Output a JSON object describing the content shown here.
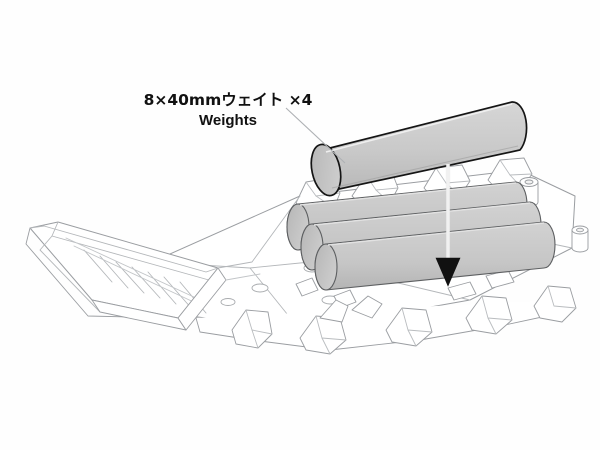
{
  "figure": {
    "title_jp": "8×40mmウェイト ×4",
    "title_en": "Weights",
    "part_spec": "8×40mm",
    "quantity": "×4",
    "background_color": "#fefefe",
    "line_color": "#8a8d91",
    "dark_outline_color": "#1a1a1a",
    "weight_fill_color": "#c9c9c9",
    "weight_fill_shade": "#bdbdbd",
    "weight_end_cap_color": "#bcbcbc",
    "arrow_color": "#111111",
    "arrow_shaft_color": "#ffffff",
    "text_color": "#111111"
  },
  "parts": {
    "loose_weight": {
      "name": "8x40mm weight cylinder",
      "count": 1
    },
    "installed_weights": {
      "name": "8x40mm weight cylinders installed on chassis",
      "count": 3
    },
    "chassis": {
      "name": "chassis lower deck line drawing"
    },
    "side_rail": {
      "name": "left side ladder rail"
    }
  },
  "annotations": {
    "leader_line": "leader from label to loose weight end cap",
    "install_arrow": "downward installation arrow"
  }
}
